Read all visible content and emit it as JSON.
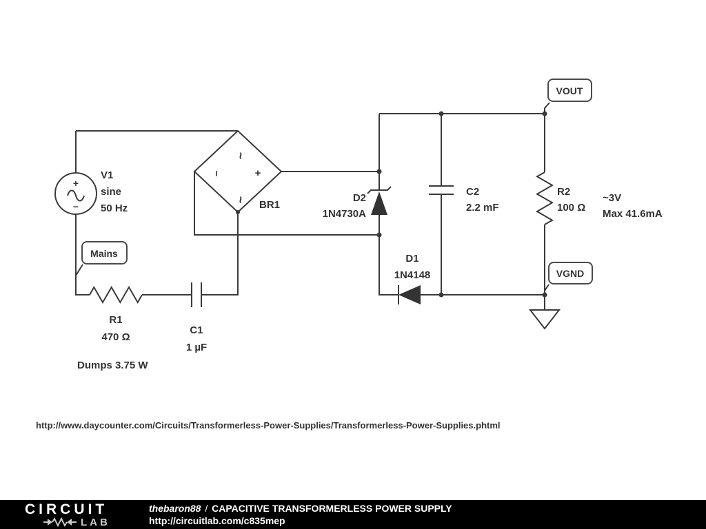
{
  "schematic": {
    "components": {
      "v1": {
        "designator": "V1",
        "waveform": "sine",
        "frequency": "50 Hz",
        "plus": "+",
        "minus": "−"
      },
      "br1": {
        "designator": "BR1",
        "plus": "+",
        "minus": "−",
        "ac_top": "~",
        "ac_bottom": "~"
      },
      "r1": {
        "designator": "R1",
        "value": "470 Ω"
      },
      "c1": {
        "designator": "C1",
        "value": "1 µF"
      },
      "d2": {
        "designator": "D2",
        "part": "1N4730A"
      },
      "c2": {
        "designator": "C2",
        "value": "2.2 mF"
      },
      "d1": {
        "designator": "D1",
        "part": "1N4148"
      },
      "r2": {
        "designator": "R2",
        "value": "100 Ω"
      }
    },
    "net_flags": {
      "vout": "VOUT",
      "vgnd": "VGND",
      "mains": "Mains"
    },
    "annotations": {
      "power_dump": "Dumps 3.75 W",
      "output_voltage": "~3V",
      "output_current": "Max 41.6mA",
      "source_url": "http://www.daycounter.com/Circuits/Transformerless-Power-Supplies/Transformerless-Power-Supplies.phtml"
    },
    "colors": {
      "wire": "#3a3a3a",
      "label": "#333333"
    }
  },
  "footer": {
    "brand_word": "CIRCUIT",
    "brand_word2": "LAB",
    "author": "thebaron88",
    "divider": "/",
    "title": "CAPACITIVE TRANSFORMERLESS POWER SUPPLY",
    "share_url": "http://circuitlab.com/c835mep",
    "background": "#000000"
  }
}
